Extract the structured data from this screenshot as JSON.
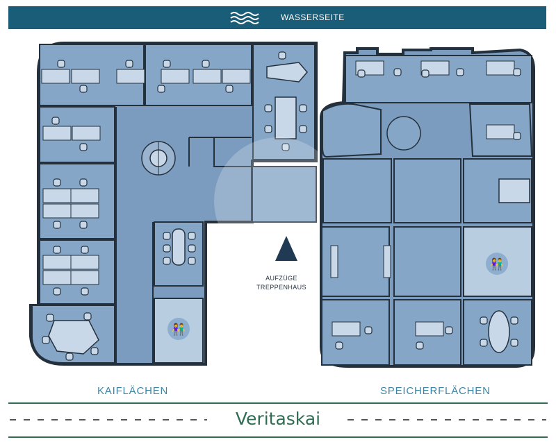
{
  "banner": {
    "label": "WASSERSEITE",
    "icon": "waves-icon"
  },
  "sections": {
    "left_label": "KAIFLÄCHEN",
    "right_label": "SPEICHERFLÄCHEN"
  },
  "core": {
    "line1": "AUFZÜGE",
    "line2": "TREPPENHAUS"
  },
  "street": {
    "name": "Veritaskai"
  },
  "colors": {
    "banner": "#1a5d78",
    "floor": "#7b9cbe",
    "room": "#86a6c7",
    "wall": "#24313d",
    "restroom": "#b8cde0",
    "furniture": "#c9d8e8",
    "label": "#3b86a6",
    "street": "#2f6d52"
  }
}
